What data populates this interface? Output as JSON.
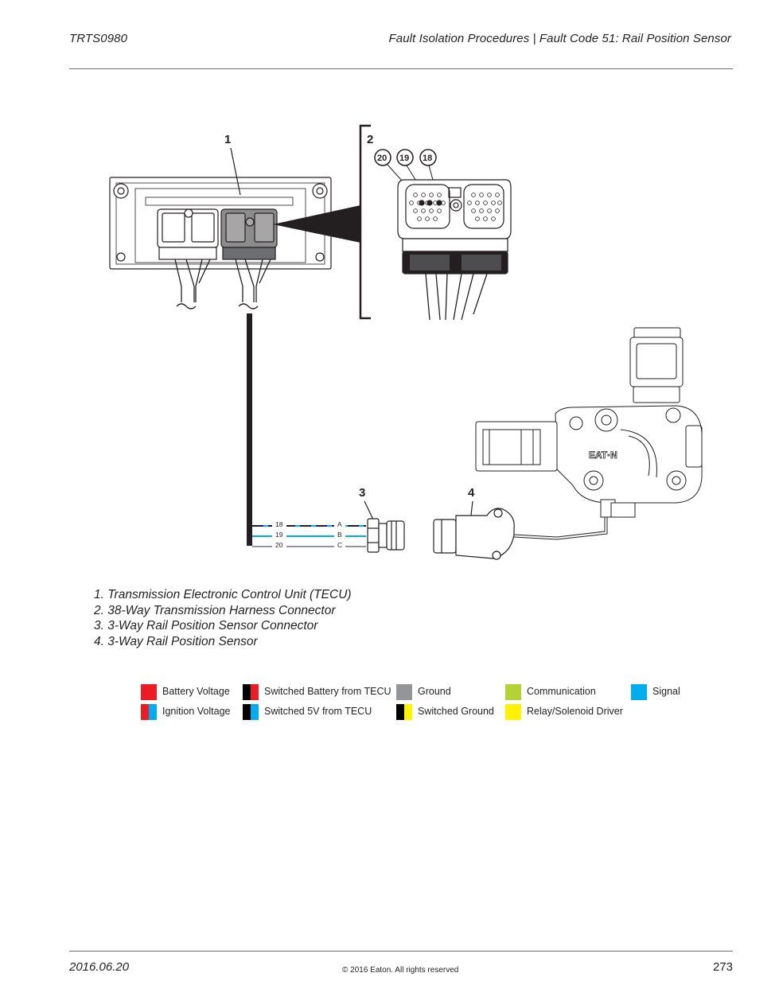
{
  "header": {
    "doc_id": "TRTS0980",
    "section": "Fault Isolation Procedures | Fault Code 51: Rail Position Sensor"
  },
  "diagram": {
    "callouts": [
      "1",
      "2",
      "3",
      "4"
    ],
    "pin_callouts": [
      "20",
      "19",
      "18"
    ],
    "wire_numbers": [
      "18",
      "19",
      "20"
    ],
    "pin_letters": [
      "A",
      "B",
      "C"
    ],
    "brand_mark": "EAT·N"
  },
  "legend_items": [
    "1. Transmission Electronic Control Unit (TECU)",
    "2. 38-Way Transmission Harness Connector",
    "3. 3-Way Rail Position Sensor Connector",
    "4. 3-Way Rail Position Sensor"
  ],
  "color_key": [
    {
      "label": "Battery Voltage",
      "colors": [
        "#ed1c24",
        "#ed1c24"
      ]
    },
    {
      "label": "Ignition Voltage",
      "colors": [
        "#ed1c24",
        "#00aeef"
      ]
    },
    {
      "label": "Switched Battery from TECU",
      "colors": [
        "#000000",
        "#ed1c24"
      ]
    },
    {
      "label": "Switched 5V from TECU",
      "colors": [
        "#000000",
        "#00aeef"
      ]
    },
    {
      "label": "Ground",
      "colors": [
        "#939598",
        "#939598"
      ]
    },
    {
      "label": "Switched Ground",
      "colors": [
        "#000000",
        "#fff200"
      ]
    },
    {
      "label": "Communication",
      "colors": [
        "#b2d235",
        "#b2d235"
      ]
    },
    {
      "label": "Relay/Solenoid Driver",
      "colors": [
        "#fff200",
        "#fff200"
      ]
    },
    {
      "label": "Signal",
      "colors": [
        "#00aeef",
        "#00aeef"
      ]
    }
  ],
  "footer": {
    "date": "2016.06.20",
    "copyright": "© 2016 Eaton. All rights reserved",
    "page": "273"
  }
}
